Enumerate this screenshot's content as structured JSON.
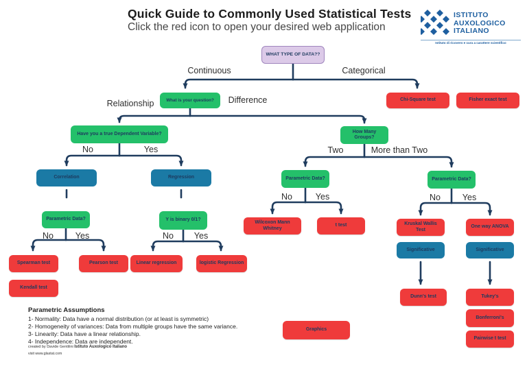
{
  "header": {
    "title": "Quick Guide to Commonly Used Statistical Tests",
    "subtitle": "Click the red icon to open your desired web application"
  },
  "logo": {
    "line1": "ISTITUTO",
    "line2": "AUXOLOGICO",
    "line3": "ITALIANO",
    "tagline": "Istituto di ricovero e cura a carattere scientifico",
    "brand_color": "#1e5fa0"
  },
  "flowchart": {
    "colors": {
      "root_node": "#dccae8",
      "question_node": "#24c06a",
      "test_node": "#ef3b3b",
      "method_node": "#1b7aa5",
      "connector": "#1f3c5e"
    },
    "nodes": {
      "what_type": "WHAT TYPE OF DATA??",
      "question": "What is your question?",
      "chi_square": "Chi-Square test",
      "fisher": "Fisher exact test",
      "dependent": "Have you a true Dependent Variable?",
      "correlation": "Correlation",
      "regression": "Regression",
      "parametric": "Parametric Data?",
      "y_binary": "Y is binary 0/1?",
      "spearman": "Spearman test",
      "kendall": "Kendall test",
      "pearson": "Pearson test",
      "linear": "Linear regression",
      "logistic": "logistic Regression",
      "how_many": "How Many Groups?",
      "wilcoxon": "Wilcoxon Mann Whitney",
      "t_test": "t test",
      "kruskal": "Kruskal Wallis Test",
      "anova": "One way ANOVA",
      "significative": "Significative",
      "dunns": "Dunn's test",
      "tukeys": "Tukey's",
      "bonferronis": "Bonferroni's",
      "pairwise": "Pairwise t test",
      "graphics": "Graphics"
    },
    "labels": {
      "continuous": "Continuous",
      "categorical": "Categorical",
      "relationship": "Relationship",
      "difference": "Difference",
      "no": "No",
      "yes": "Yes",
      "two": "Two",
      "more_than_two": "More than Two"
    }
  },
  "footer": {
    "assumptions": {
      "title": "Parametric Assumptions",
      "items": [
        "1- Normality: Data have a normal distribution (or at least is symmetric)",
        "2- Homogeneity of variances: Data from multiple groups have the same variance.",
        "3- Linearity: Data have a linear relationship.",
        "4- Independence: Data are independent."
      ]
    },
    "credit": {
      "prefix": "created by Davide Gentilini ",
      "org": "Istituto Auxologico Italiano",
      "visit": "visit  www.glastat.com"
    }
  }
}
